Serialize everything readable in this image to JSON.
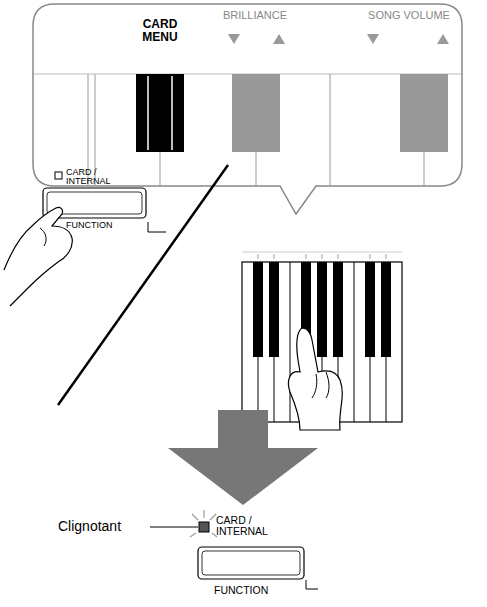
{
  "diagram": {
    "labels": [
      "CARD MENU",
      "BRILLIANCE",
      "SONG VOLUME",
      "CARD / INTERNAL",
      "FUNCTION",
      "Clignotant",
      "CARD / INTERNAL",
      "FUNCTION"
    ]
  }
}
